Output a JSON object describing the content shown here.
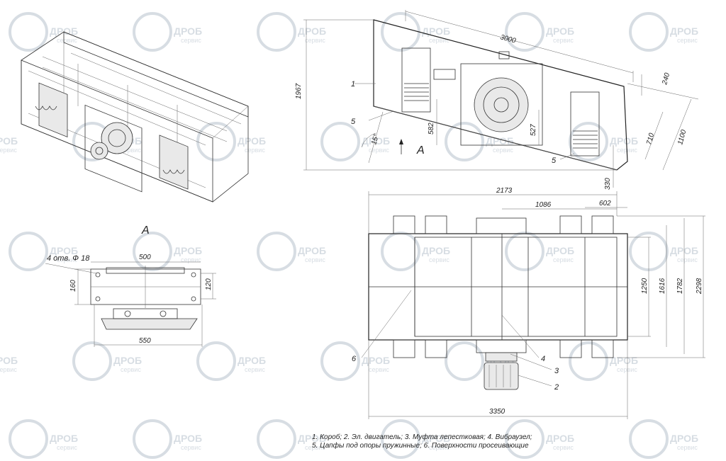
{
  "watermark": {
    "brand": "ДРОБ",
    "sub": "сервис"
  },
  "colors": {
    "line": "#333333",
    "watermark": "#d7dde3",
    "background": "#ffffff"
  },
  "side_view": {
    "dims": {
      "length": "3000",
      "height": "1967",
      "d240": "240",
      "d1100": "1100",
      "d710": "710",
      "d582": "582",
      "d527": "527",
      "d330": "330",
      "angle": "15°"
    },
    "callouts": [
      "1",
      "5",
      "5"
    ],
    "view_marker": "A"
  },
  "view_a": {
    "title": "A",
    "hole_note": "4 отв. Ф 18",
    "dims": {
      "w500": "500",
      "w550": "550",
      "h160": "160",
      "h120": "120"
    }
  },
  "plan_view": {
    "dims": {
      "d2173": "2173",
      "d1086": "1086",
      "d602": "602",
      "d1250": "1250",
      "d1616": "1616",
      "d1782": "1782",
      "d2298": "2298",
      "d3350": "3350"
    },
    "callouts": [
      "6",
      "4",
      "3",
      "2"
    ]
  },
  "legend": {
    "line1": "1. Короб; 2. Эл. двигатель; 3. Муфта лепестковая; 4. Вибраузел;",
    "line2": "5. Цапфы под опоры пружинные; 6. Поверхности просеивающие"
  }
}
